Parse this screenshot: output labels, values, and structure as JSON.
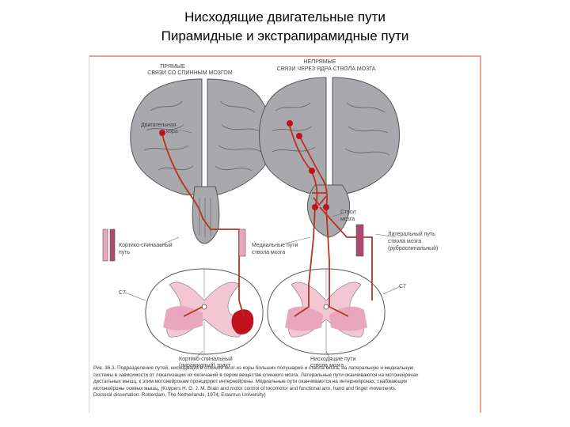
{
  "slide": {
    "title_line1": "Нисходящие двигательные пути",
    "title_line2": "Пирамидные и экстрапирамидные пути"
  },
  "diagram": {
    "labels": {
      "direct_top1": "ПРЯМЫЕ",
      "direct_top2": "СВЯЗИ СО СПИННЫМ МОЗГОМ",
      "indirect_top1": "НЕПРЯМЫЕ",
      "indirect_top2": "СВЯЗИ ЧЕРЕЗ ЯДРА СТВОЛА МОЗГА",
      "motor_cortex1": "Двигательная",
      "motor_cortex2": "кора",
      "brainstem1": "Ствол",
      "brainstem2": "мозга",
      "corticospinal1": "Кортико-спинальный",
      "corticospinal2": "путь",
      "medial1": "Медиальные пути",
      "medial2": "ствола мозга",
      "lateral1": "Латеральный путь",
      "lateral2": "ствола мозга",
      "lateral3": "(руброспинальный)",
      "c7_left": "C7",
      "c7_right": "C7",
      "bottom_left1": "Кортико-спинальный",
      "bottom_left2": "(пирамидный) тракт",
      "bottom_right1": "Нисходящие пути",
      "bottom_right2": "ствола мозга"
    },
    "caption": [
      "Рис. 36.3. Подразделение путей, нисходящих в спинной мозг из коры больших полушарий и ствола мозга, на латеральную и медиальную",
      "системы в зависимости от локализации их окончаний в сером веществе спинного мозга. Латеральные пути оканчиваются на мотонейронах",
      "дистальных мышц, к этим мотонейронам проецируют интернейроны. Медиальные пути оканчиваются на интернейронах, снабжающих",
      "мотонейроны осевых мышц. (Kuypers H. G. J. M. Brain and motor control of locomotor and functional arm, hand and finger movements.",
      "Doctoral dissertation. Rotterdam, The Netherlands, 1974, Erasmus University)"
    ],
    "colors": {
      "brain": "#a9a9ad",
      "path": "#c0392b",
      "dot": "#c0121d",
      "pink": "#e8a7bd",
      "magenta": "#b0496f"
    }
  }
}
